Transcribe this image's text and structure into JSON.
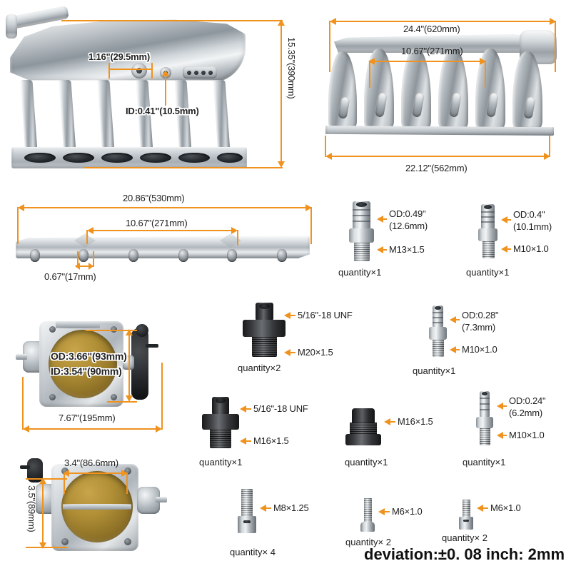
{
  "diagram": {
    "title_note": "deviation:±0. 08 inch: 2mm",
    "accent_color": "#f0921e",
    "text_color": "#1d1d1d"
  },
  "views": {
    "manifold_side": {
      "name": "Intake manifold side view",
      "dimensions": {
        "port_spacing": "1.16\"(29.5mm)",
        "inner_diameter": "ID:0.41\"(10.5mm)",
        "height": "15.35\"(390mm)"
      }
    },
    "manifold_front": {
      "name": "Intake manifold front view",
      "dimensions": {
        "overall_length": "24.4\"(620mm)",
        "inner_span": "10.67\"(271mm)",
        "base_length": "22.12\"(562mm)"
      }
    },
    "fuel_rail": {
      "name": "Fuel rail",
      "dimensions": {
        "overall_length": "20.86\"(530mm)",
        "mount_spacing": "10.67\"(271mm)",
        "port_width": "0.67\"(17mm)"
      }
    },
    "throttle_body_top": {
      "name": "Throttle body front view",
      "dimensions": {
        "outer_diameter": "OD:3.66\"(93mm)",
        "inner_diameter": "ID:3.54\"(90mm)",
        "width": "7.67\"(195mm)"
      }
    },
    "throttle_body_bottom": {
      "name": "Throttle body bolt pattern view",
      "dimensions": {
        "bolt_span_horizontal": "3.4\"(86.6mm)",
        "bolt_span_vertical": "3.5\"(89mm)"
      }
    }
  },
  "fittings": [
    {
      "id": "fitting-barb-m13",
      "type": "hose-barb",
      "finish": "silver",
      "labels": [
        "OD:0.49\"",
        "(12.6mm)",
        "M13×1.5"
      ],
      "od_label": "OD:0.49\"",
      "od_label2": "(12.6mm)",
      "thread_label": "M13×1.5",
      "quantity": "quantity×1"
    },
    {
      "id": "fitting-barb-m10-a",
      "type": "hose-barb",
      "finish": "silver",
      "od_label": "OD:0.4\"",
      "od_label2": "(10.1mm)",
      "thread_label": "M10×1.0",
      "quantity": "quantity×1"
    },
    {
      "id": "fitting-an-m20",
      "type": "an-adapter",
      "finish": "black",
      "od_label": "5/16\"-18 UNF",
      "od_label2": "",
      "thread_label": "M20×1.5",
      "quantity": "quantity×2"
    },
    {
      "id": "fitting-barb-m10-b",
      "type": "hose-barb",
      "finish": "silver",
      "od_label": "OD:0.28\"",
      "od_label2": "(7.3mm)",
      "thread_label": "M10×1.0",
      "quantity": "quantity×1"
    },
    {
      "id": "fitting-an-m16",
      "type": "an-adapter",
      "finish": "black",
      "od_label": "5/16\"-18 UNF",
      "od_label2": "",
      "thread_label": "M16×1.5",
      "quantity": "quantity×1"
    },
    {
      "id": "fitting-plug-m16",
      "type": "plug",
      "finish": "black",
      "od_label": "",
      "od_label2": "",
      "thread_label": "M16×1.5",
      "quantity": "quantity×1"
    },
    {
      "id": "fitting-barb-m10-c",
      "type": "hose-barb",
      "finish": "silver",
      "od_label": "OD:0.24\"",
      "od_label2": "(6.2mm)",
      "thread_label": "M10×1.0",
      "quantity": "quantity×1"
    }
  ],
  "bolts": [
    {
      "id": "bolt-m8",
      "type": "socket-cap-screw",
      "thread_label": "M8×1.25",
      "quantity": "quantity× 4"
    },
    {
      "id": "bolt-m6-button",
      "type": "button-head-screw",
      "thread_label": "M6×1.0",
      "quantity": "quantity× 2"
    },
    {
      "id": "bolt-m6-cap",
      "type": "socket-cap-screw",
      "thread_label": "M6×1.0",
      "quantity": "quantity× 2"
    }
  ]
}
